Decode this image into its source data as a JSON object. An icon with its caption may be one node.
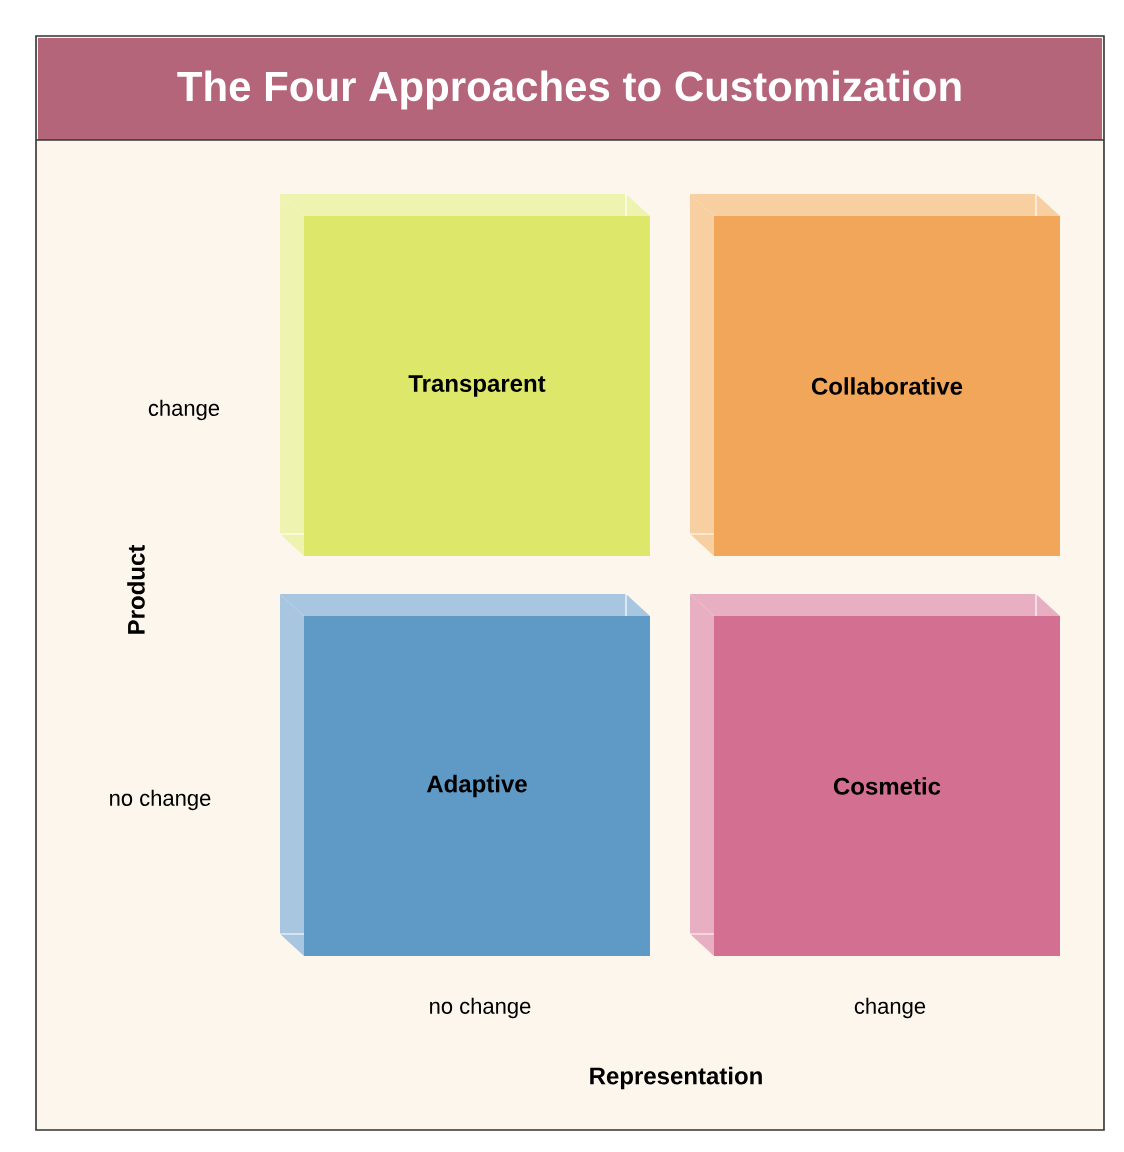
{
  "diagram": {
    "title": "The Four Approaches to Customization",
    "nodes": [
      {
        "text": [
          "Transparent"
        ]
      },
      {
        "text": [
          "Collaborative"
        ]
      },
      {
        "text": [
          "Adaptive"
        ]
      },
      {
        "text": [
          "Cosmetic"
        ]
      }
    ],
    "labels": [
      "change",
      "Product",
      "no change",
      "no change",
      "change",
      "Representation"
    ]
  }
}
